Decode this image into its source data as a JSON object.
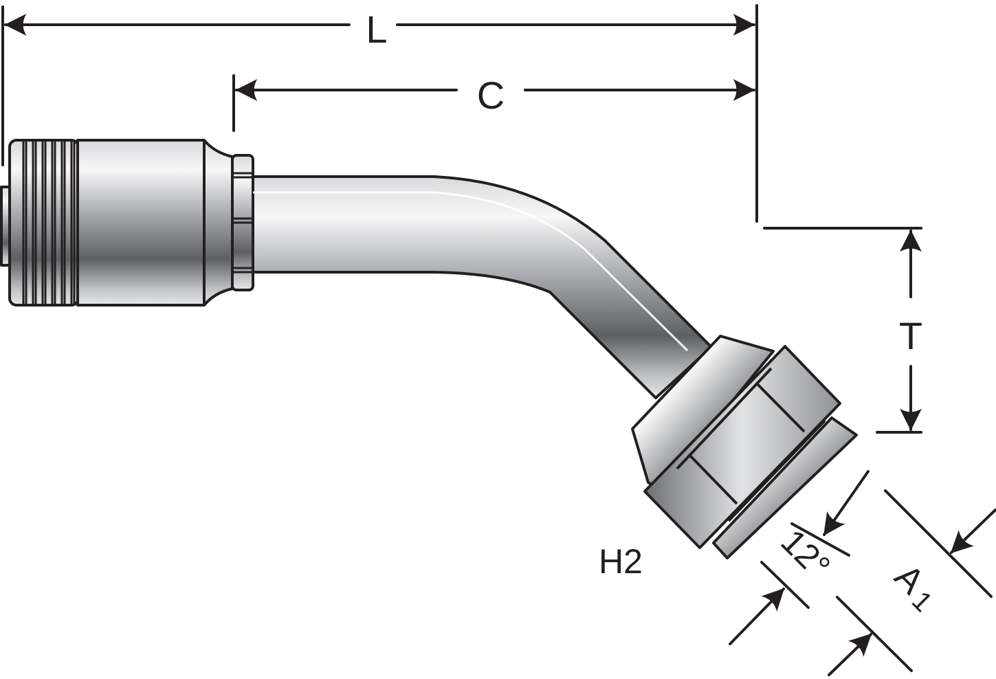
{
  "diagram": {
    "subject": "45-degree bent hose fitting with female swivel nut",
    "colors": {
      "ink": "#231f20",
      "metal_light": "#f2f3f4",
      "metal_mid": "#a7a9ac",
      "metal_dark": "#5d5f62",
      "background": "#ffffff"
    },
    "dimensions": {
      "overall_length": {
        "label": "L"
      },
      "center_length": {
        "label": "C"
      },
      "offset_height": {
        "label": "T"
      },
      "hex_size": {
        "label": "H2"
      },
      "seat_diameter": {
        "label_main": "A",
        "label_sub": "1"
      },
      "seat_angle": {
        "label": "12°"
      }
    }
  }
}
